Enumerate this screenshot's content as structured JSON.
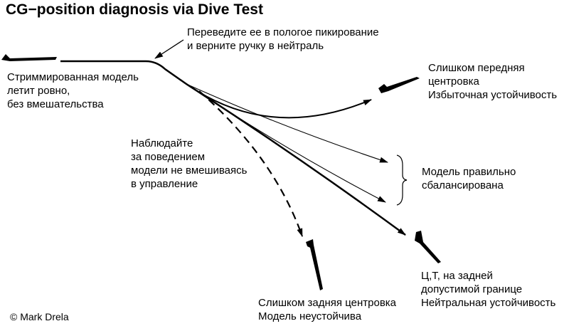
{
  "title": "CG−position diagnosis via Dive Test",
  "labels": {
    "instruction": [
      "Переведите ее в пологое пикирование",
      "и верните ручку в нейтраль"
    ],
    "trimmed": [
      "Стриммированная модель",
      "летит ровно,",
      "без вмешательства"
    ],
    "observe": [
      "Наблюдайте",
      "за поведением",
      "модели не вмешиваясь",
      "в управление"
    ],
    "too_forward": [
      "Слишком передняя",
      "центровка",
      "Избыточная устойчивость"
    ],
    "balanced": [
      "Модель правильно",
      "сбалансирована"
    ],
    "neutral": [
      "Ц,Т, на задней",
      "допустимой границе",
      "Нейтральная устойчивость"
    ],
    "too_aft": [
      "Слишком задняя центровка",
      "Модель неустойчива"
    ]
  },
  "copyright": "© Mark Drela"
}
